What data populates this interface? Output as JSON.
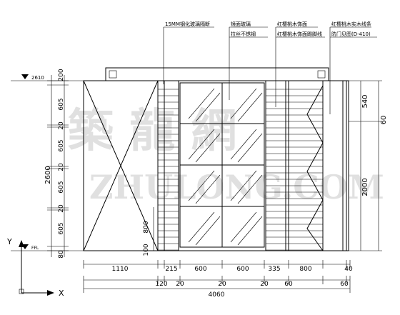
{
  "labels": {
    "lbl1": "15MM钢化玻璃隔断",
    "lbl2": "镜面玻璃",
    "lbl3": "拉丝不锈钢",
    "lbl4": "红樱桃木饰面",
    "lbl5": "红樱桃木饰面踢脚线",
    "lbl6": "红樱桃木实木线条",
    "lbl7": "防门见图(D-410)"
  },
  "levels": {
    "top": "2610",
    "floor": "FFL"
  },
  "dims": {
    "left_total": "2600",
    "left_top": "200",
    "left_605a": "605",
    "left_20a": "20",
    "left_605b": "605",
    "left_20b": "20",
    "left_605c": "605",
    "left_20c": "20",
    "left_605d": "605",
    "left_bottom": "80",
    "right_540": "540",
    "right_60": "60",
    "right_2000": "2000",
    "inner_800": "800",
    "inner_100": "100",
    "b1_1110": "1110",
    "b1_215": "215",
    "b1_600a": "600",
    "b1_600b": "600",
    "b1_335": "335",
    "b1_800": "800",
    "b1_40": "40",
    "b2_120": "120",
    "b2_20a": "20",
    "b2_20b": "20",
    "b2_20c": "20",
    "b2_60a": "60",
    "b2_60b": "60",
    "total": "4060"
  },
  "axes": {
    "x": "X",
    "y": "Y"
  },
  "watermark": {
    "cn": "築 龍 網",
    "en": "ZHULONG.COM"
  }
}
